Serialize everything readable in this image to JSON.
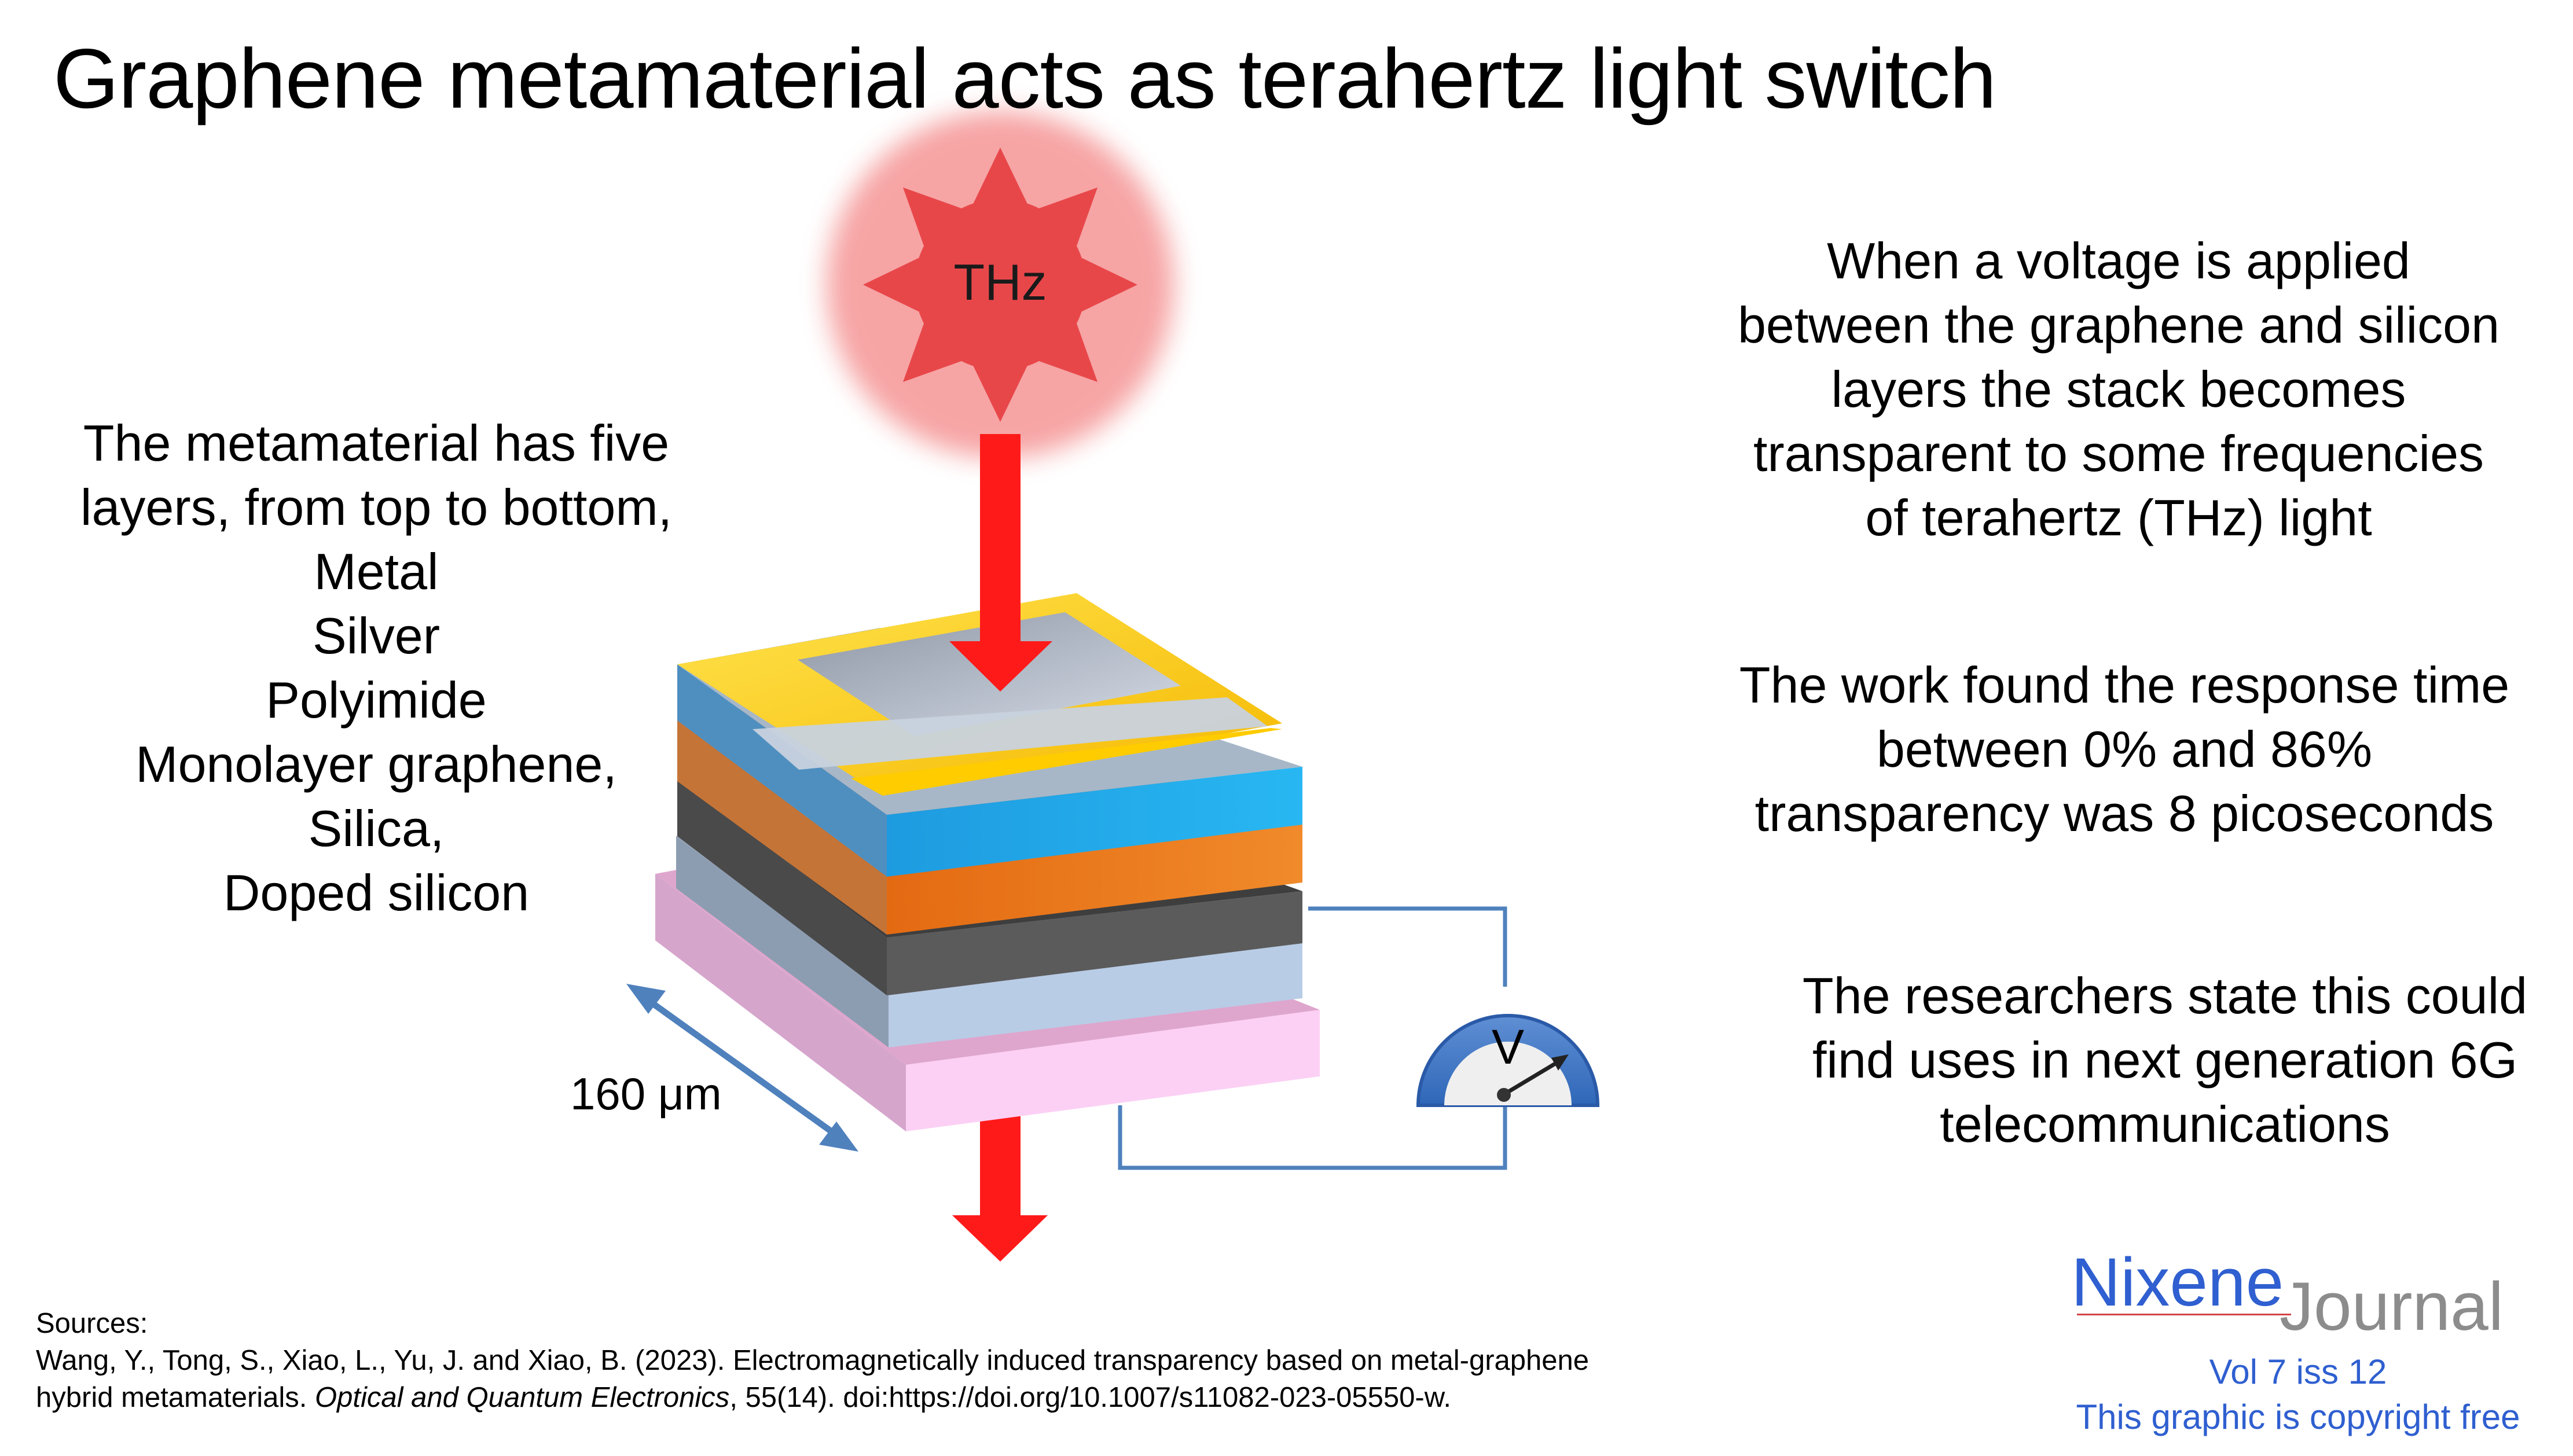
{
  "title": "Graphene metamaterial acts as terahertz light switch",
  "source_label": "THz",
  "left_text": [
    "The metamaterial has five",
    "layers, from top to bottom,",
    "Metal",
    "Silver",
    "Polyimide",
    "Monolayer graphene,",
    "Silica,",
    "Doped silicon"
  ],
  "right_text_1": [
    "When a voltage is applied",
    "between the graphene and silicon",
    "layers the stack becomes",
    "transparent to some frequencies",
    "of terahertz (THz) light"
  ],
  "right_text_2": [
    "The work found the response time",
    "between 0% and 86%",
    "transparency was 8 picoseconds"
  ],
  "right_text_3": [
    "The researchers state this could",
    "find uses in next generation 6G",
    "telecommunications"
  ],
  "dimension_label": "160 μm",
  "meter_label": "V",
  "sources": {
    "label": "Sources:",
    "line1": "Wang, Y., Tong, S., Xiao, L., Yu, J. and Xiao, B. (2023). Electromagnetically induced transparency based on metal-graphene",
    "line2_prefix": "hybrid metamaterials. ",
    "line2_journal": "Optical and Quantum Electronics",
    "line2_suffix": ", 55(14). doi:https://doi.org/10.1007/s11082-023-05550-w."
  },
  "logo": {
    "part1": "Nixene",
    "part2": "Journal"
  },
  "volume": "Vol 7 iss 12",
  "copyright": "This graphic is copyright free",
  "colors": {
    "arrow": "#ff1a1a",
    "sun": "#e8474a",
    "metal": "#ffd400",
    "silver": "#a9b3c2",
    "polyimide": "#e87c1e",
    "graphene": "#555555",
    "silica": "#b7cbe4",
    "doped_silicon": "#f9c9ef",
    "wire": "#4f81bd",
    "accent": "#2f5fd0"
  }
}
